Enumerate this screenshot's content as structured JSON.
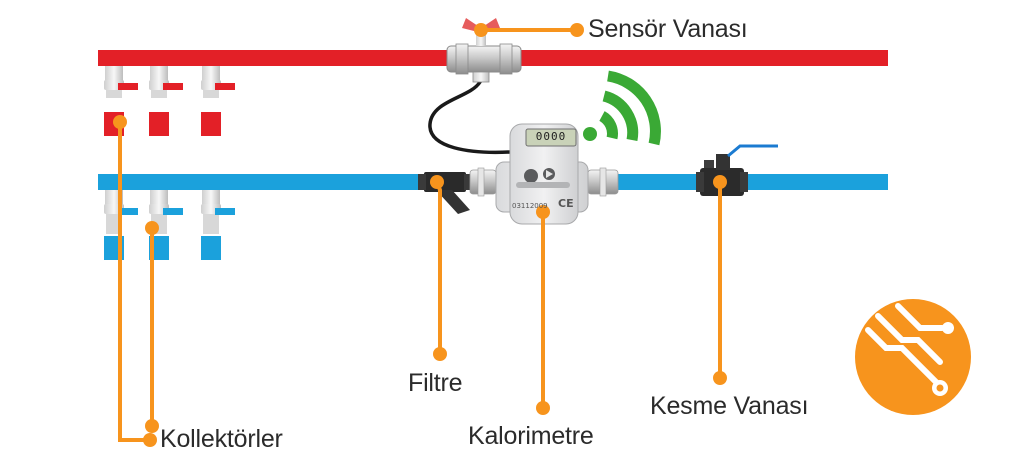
{
  "labels": {
    "sensor_valve": "Sensör Vanası",
    "filter": "Filtre",
    "calorimeter": "Kalorimetre",
    "shutoff_valve": "Kesme Vanası",
    "collectors": "Kollektörler"
  },
  "meter": {
    "display": "0000",
    "serial": "03112009",
    "mark": "CE"
  },
  "icons": [
    "wifi-signal-icon",
    "circuit-logo-icon",
    "butterfly-handle-icon"
  ],
  "colors": {
    "supply_pipe": "#e32027",
    "return_pipe": "#1ba1dc",
    "callout": "#f7941d",
    "signal": "#3aa935",
    "logo": "#f7941d",
    "text": "#2b2b2b"
  }
}
